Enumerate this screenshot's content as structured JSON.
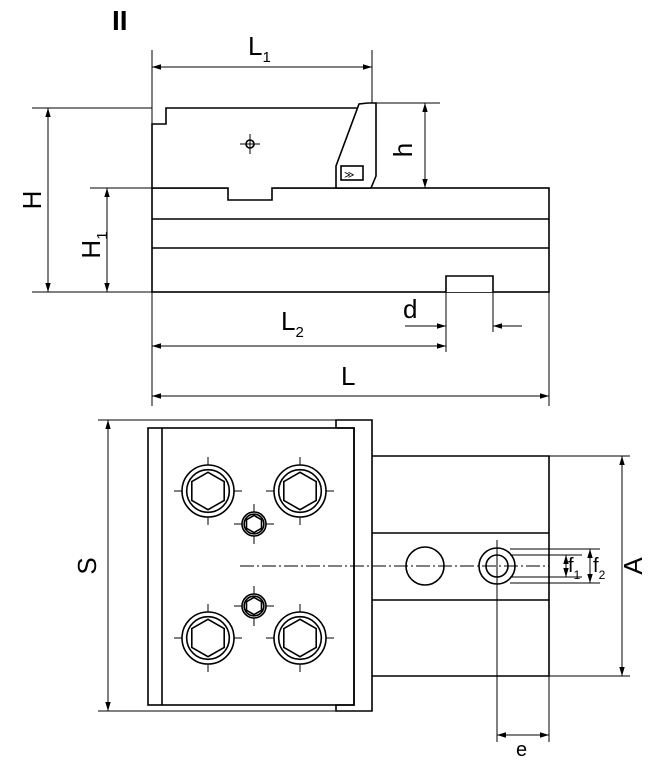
{
  "view_label": "II",
  "dimensions": {
    "L1": {
      "letter": "L",
      "sub": "1"
    },
    "h": {
      "letter": "h"
    },
    "H": {
      "letter": "H"
    },
    "H1": {
      "letter": "H",
      "sub": "1"
    },
    "d": {
      "letter": "d"
    },
    "L2": {
      "letter": "L",
      "sub": "2"
    },
    "L": {
      "letter": "L"
    },
    "S": {
      "letter": "S"
    },
    "A": {
      "letter": "A"
    },
    "f1": {
      "letter": "f",
      "sub": "1"
    },
    "f2": {
      "letter": "f",
      "sub": "2"
    },
    "e": {
      "letter": "e"
    }
  },
  "colors": {
    "line": "#000000",
    "background": "#ffffff"
  }
}
